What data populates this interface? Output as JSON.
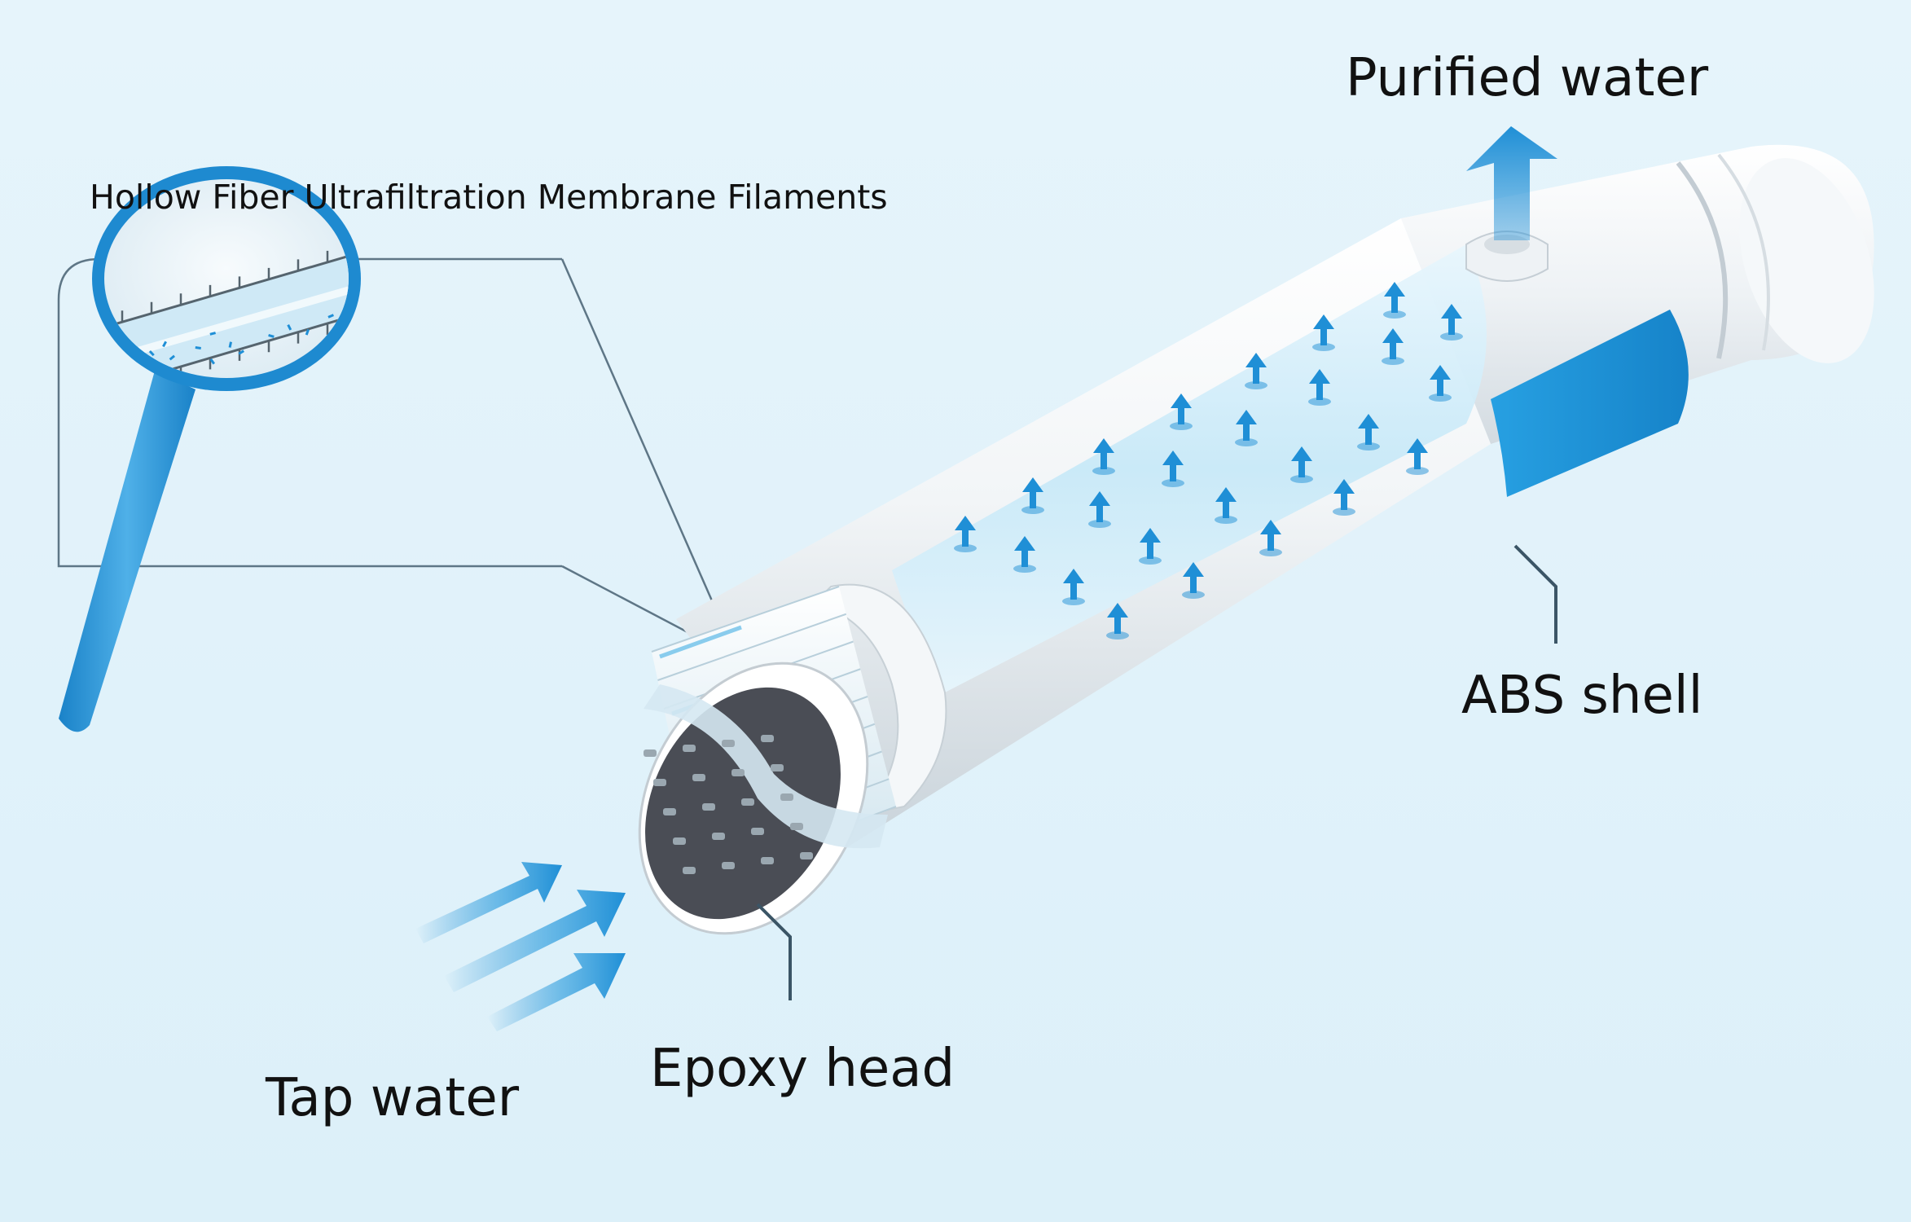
{
  "labels": {
    "membrane": "Hollow Fiber Ultrafiltration Membrane Filaments",
    "purified": "Purified water",
    "shell": "ABS shell",
    "epoxy": "Epoxy head",
    "tap": "Tap water"
  },
  "colors": {
    "background": "#e1f1f9",
    "accent_blue": "#1f8fd6",
    "light_blue": "#a9d8f1",
    "shell_white": "#f3f6f8",
    "epoxy_dark": "#4a4d55",
    "leader_line": "#3b5566"
  }
}
